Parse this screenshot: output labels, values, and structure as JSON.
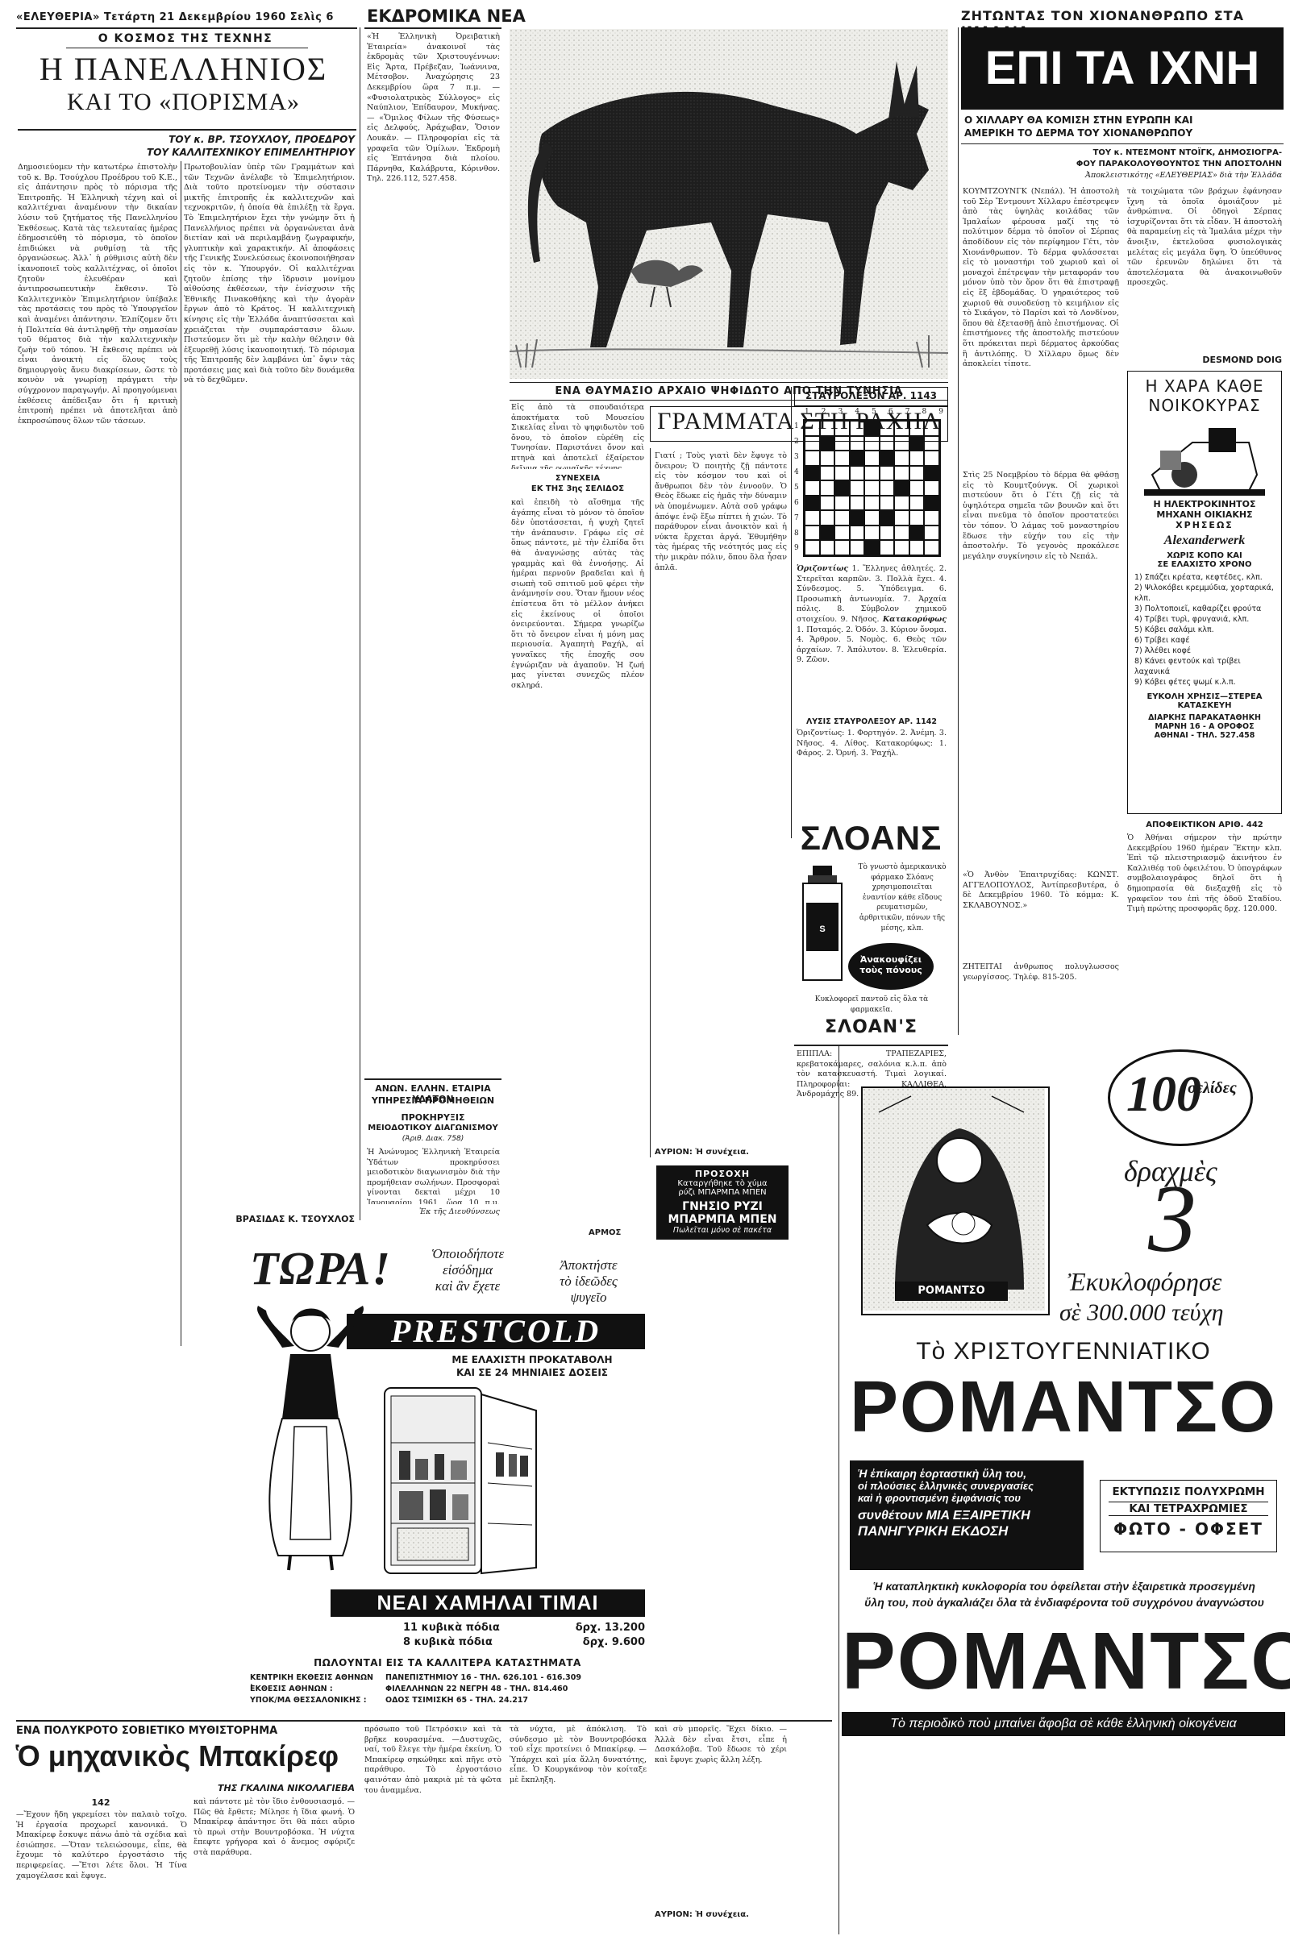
{
  "masthead": {
    "left": "«ΕΛΕΥΘΕΡΙΑ» Τετάρτη 21 Δεκεμβρίου 1960 Σελὶς 6",
    "section_center": "ΕΚΔΡΟΜΙΚΑ ΝΕΑ",
    "right_strip": "ΖΗΤΩΝΤΑΣ ΤΟΝ ΧΙΟΝΑΝΘΡΩΠΟ ΣΤΑ ΙΜΑΛΑΙΑ"
  },
  "art1": {
    "kicker": "Ο ΚΟΣΜΟΣ ΤΗΣ ΤΕΧΝΗΣ",
    "title_line1": "Η ΠΑΝΕΛΛΗΝΙΟΣ",
    "title_line2": "ΚΑΙ ΤΟ «ΠΟΡΙΣΜΑ»",
    "byline1": "ΤΟΥ κ. ΒΡ. ΤΣΟΥΧΛΟΥ, ΠΡΟΕΔΡΟΥ",
    "byline2": "ΤΟΥ ΚΑΛΛΙΤΕΧΝΙΚΟΥ ΕΠΙΜΕΛΗΤΗΡΙΟΥ",
    "signature": "ΒΡΑΣΙΔΑΣ Κ. ΤΣΟΥΧΛΟΣ",
    "body": "Δημοσιεύομεν τὴν κατωτέρω ἐπιστολὴν τοῦ κ. Βρ. Τσούχλου Προέδρου τοῦ Κ.Ε., εἰς ἀπάντησιν πρὸς τὸ πόρισμα τῆς Ἐπιτροπῆς. Ἡ Ἑλληνικὴ τέχνη καὶ οἱ καλλιτέχναι ἀναμένουν τὴν δικαίαν λύσιν τοῦ ζητήματος τῆς Πανελληνίου Ἐκθέσεως. Κατὰ τὰς τελευταίας ἡμέρας ἐδημοσιεύθη τὸ πόρισμα, τὸ ὁποῖον ἐπιδιώκει νὰ ρυθμίσῃ τὰ τῆς ὀργανώσεως. Ἀλλ᾽ ἡ ρύθμισις αὐτὴ δὲν ἱκανοποιεῖ τοὺς καλλιτέχνας, οἱ ὁποῖοι ζητοῦν ἐλευθέραν καὶ ἀντιπροσωπευτικὴν ἔκθεσιν. Τὸ Καλλιτεχνικὸν Ἐπιμελητήριον ὑπέβαλε τὰς προτάσεις του πρὸς τὸ Ὑπουργεῖον καὶ ἀναμένει ἀπάντησιν. Ἐλπίζομεν ὅτι ἡ Πολιτεία θὰ ἀντιληφθῇ τὴν σημασίαν τοῦ θέματος διὰ τὴν καλλιτεχνικὴν ζωὴν τοῦ τόπου. Ἡ ἔκθεσις πρέπει νὰ εἶναι ἀνοικτὴ εἰς ὅλους τοὺς δημιουργοὺς ἄνευ διακρίσεων, ὥστε τὸ κοινὸν νὰ γνωρίσῃ πράγματι τὴν σύγχρονον παραγωγήν. Αἱ προηγούμεναι ἐκθέσεις ἀπέδειξαν ὅτι ἡ κριτικὴ ἐπιτροπὴ πρέπει νὰ ἀποτελῆται ἀπὸ ἐκπροσώπους ὅλων τῶν τάσεων."
  },
  "col2": {
    "body": "Πρωτοβουλίαν ὑπὲρ τῶν Γραμμάτων καὶ τῶν Τεχνῶν ἀνέλαβε τὸ Ἐπιμελητήριον. Διὰ τοῦτο προτείνομεν τὴν σύστασιν μικτῆς ἐπιτροπῆς ἐκ καλλιτεχνῶν καὶ τεχνοκριτῶν, ἡ ὁποία θὰ ἐπιλέξῃ τὰ ἔργα. Τὸ Ἐπιμελητήριον ἔχει τὴν γνώμην ὅτι ἡ Πανελλήνιος πρέπει νὰ ὀργανώνεται ἀνὰ διετίαν καὶ νὰ περιλαμβάνῃ ζωγραφικήν, γλυπτικὴν καὶ χαρακτικήν. Αἱ ἀποφάσεις τῆς Γενικῆς Συνελεύσεως ἐκοινοποιήθησαν εἰς τὸν κ. Ὑπουργόν. Οἱ καλλιτέχναι ζητοῦν ἐπίσης τὴν ἵδρυσιν μονίμου αἰθούσης ἐκθέσεων, τὴν ἐνίσχυσιν τῆς Ἐθνικῆς Πινακοθήκης καὶ τὴν ἀγορὰν ἔργων ἀπὸ τὸ Κράτος. Ἡ καλλιτεχνικὴ κίνησις εἰς τὴν Ἑλλάδα ἀναπτύσσεται καὶ χρειάζεται τὴν συμπαράστασιν ὅλων. Πιστεύομεν ὅτι μὲ τὴν καλὴν θέλησιν θὰ ἐξευρεθῇ λύσις ἱκανοποιητική. Τὸ πόρισμα τῆς Ἐπιτροπῆς δὲν λαμβάνει ὑπ᾽ ὄψιν τὰς προτάσεις μας καὶ διὰ τοῦτο δὲν δυνάμεθα νὰ τὸ δεχθῶμεν."
  },
  "excursions": {
    "body": "«Ἡ Ἑλληνικὴ Ὀρειβατικὴ Ἑταιρεία» ἀνακοινοῖ τὰς ἐκδρομὰς τῶν Χριστουγέννων: Εἰς Ἄρτα, Πρέβεζαν, Ἰωάννινα, Μέτσοβον. Ἀναχώρησις 23 Δεκεμβρίου ὥρα 7 π.μ. — «Φυσιολατρικὸς Σύλλογος» εἰς Ναύπλιον, Ἐπίδαυρον, Μυκήνας. — «Ὅμιλος Φίλων τῆς Φύσεως» εἰς Δελφούς, Ἀράχωβαν, Ὅσιον Λουκᾶν. — Πληροφορίαι εἰς τὰ γραφεῖα τῶν Ὁμίλων. Ἐκδρομὴ εἰς Ἑπτάνησα διὰ πλοίου. Πάρνηθα, Καλάβρυτα, Κόρινθον. Τηλ. 226.112, 527.458."
  },
  "donkey_caption": "ΕΝΑ ΘΑΥΜΑΣΙΟ ΑΡΧΑΙΟ ΨΗΦΙΔΩΤΟ ΑΠΟ ΤΗΝ ΤΥΝΗΣΙΑ",
  "donkey_text": "Εἰς ἀπὸ τὰ σπουδαιότερα ἀποκτήματα τοῦ Μουσείου Σικελίας εἶναι τὸ ψηφιδωτὸν τοῦ ὄνου, τὸ ὁποῖον εὑρέθη εἰς Τυνησίαν. Παριστάνει ὄνον καὶ πτηνὰ καὶ ἀποτελεῖ ἐξαίρετον δεῖγμα τῆς ρωμαϊκῆς τέχνης.",
  "water": {
    "title1": "ΑΝΩΝ. ΕΛΛΗΝ. ΕΤΑΙΡΙΑ ΥΔΑΤΩΝ",
    "title2": "ΥΠΗΡΕΣΙΑ ΠΡΟΜΗΘΕΙΩΝ",
    "title3": "ΠΡΟΚΗΡΥΞΙΣ",
    "title4": "ΜΕΙΟΔΟΤΙΚΟΥ ΔΙΑΓΩΝΙΣΜΟΥ",
    "title5": "(Ἀριθ. Διακ. 758)",
    "body": "Ἡ Ἀνώνυμος Ἑλληνικὴ Ἑταιρεία Ὑδάτων προκηρύσσει μειοδοτικὸν διαγωνισμὸν διὰ τὴν προμήθειαν σωλήνων. Προσφοραὶ γίνονται δεκταὶ μέχρι 10 Ἰανουαρίου 1961, ὥρα 10 π.μ. Πληροφορίαι εἰς τὰ γραφεῖα τῆς Ἑταιρείας.",
    "signoff": "Ἐκ τῆς Διευθύνσεως"
  },
  "letters": {
    "title": "ΓΡΑΜΜΑΤΑ ΣΤΗ ΡΑΧΗΛ",
    "sub1": "ΣΥΝΕΧΕΙΑ",
    "sub2": "ΕΚ ΤΗΣ 3ης ΣΕΛΙΔΟΣ",
    "body": "καὶ ἐπειδὴ τὸ αἴσθημα τῆς ἀγάπης εἶναι τὸ μόνον τὸ ὁποῖον δὲν ὑποτάσσεται, ἡ ψυχὴ ζητεῖ τὴν ἀνάπαυσιν. Γράφω εἰς σὲ ὅπως πάντοτε, μὲ τὴν ἐλπίδα ὅτι θὰ ἀναγνώσῃς αὐτὰς τὰς γραμμὰς καὶ θὰ ἐννοήσῃς. Αἱ ἡμέραι περνοῦν βραδεῖαι καὶ ἡ σιωπὴ τοῦ σπιτιοῦ μοῦ φέρει τὴν ἀνάμνησίν σου. Ὅταν ἤμουν νέος ἐπίστευα ὅτι τὸ μέλλον ἀνήκει εἰς ἐκείνους οἱ ὁποῖοι ὀνειρεύονται. Σήμερα γνωρίζω ὅτι τὸ ὄνειρον εἶναι ἡ μόνη μας περιουσία. Ἀγαπητὴ Ραχήλ, αἱ γυναῖκες τῆς ἐποχῆς σου ἐγνώριζαν νὰ ἀγαποῦν. Ἡ ζωή μας γίνεται συνεχῶς πλέον σκληρά.",
    "body2": "Γιατί ; Τοὺς γιατὶ δὲν ἔφυγε τὸ ὄνειρον; Ὁ ποιητὴς ζῇ πάντοτε εἰς τὸν κόσμον του καὶ οἱ ἄνθρωποι δὲν τὸν ἐννοοῦν. Ὁ Θεὸς ἔδωκε εἰς ἡμᾶς τὴν δύναμιν νὰ ὑπομένωμεν. Αὐτὰ σοῦ γράφω ἀπόψε ἐνῷ ἔξω πίπτει ἡ χιών. Τὸ παράθυρον εἶναι ἀνοικτὸν καὶ ἡ νύκτα ἔρχεται ἀργά. Ἐθυμήθην τὰς ἡμέρας τῆς νεότητός μας εἰς τὴν μικρὰν πόλιν, ὅπου ὅλα ἦσαν ἁπλᾶ.",
    "signoff": "ΑΥΡΙΟΝ: Ἡ συνέχεια."
  },
  "crossword": {
    "title": "ΣΤΑΥΡΟΛΕΞΟΝ ΑΡ. 1143",
    "top_numbers": [
      "1",
      "2",
      "3",
      "4",
      "5",
      "6",
      "7",
      "8",
      "9"
    ],
    "side_numbers": [
      "1",
      "2",
      "3",
      "4",
      "5",
      "6",
      "7",
      "8",
      "9"
    ],
    "across_title": "Ὁριζοντίως",
    "across": "1. Ἔλληνες ἀθλητές. 2. Στερεῖται καρπῶν. 3. Πολλὰ ἔχει. 4. Σύνδεσμος. 5. Ὑπόδειγμα. 6. Προσωπικὴ ἀντωνυμία. 7. Ἀρχαία πόλις. 8. Σύμβολον χημικοῦ στοιχείου. 9. Νῆσος.",
    "down_title": "Κατακορύφως",
    "down": "1. Ποταμός. 2. Ὀδόν. 3. Κύριον ὄνομα. 4. Ἄρθρον. 5. Νομὸς. 6. Θεὸς τῶν ἀρχαίων. 7. Ἀπόλυτον. 8. Ἐλευθερία. 9. Ζῶον.",
    "solution_title": "ΛΥΣΙΣ ΣΤΑΥΡΟΛΕΞΟΥ ΑΡ. 1142",
    "solution": "Ὁριζοντίως: 1. Φορτηγόν. 2. Ἀνέμη. 3. Νῆσος. 4. Λίθος. Κατακορύφως: 1. Φάρος. 2. Ὀρνή. 3. Ῥαχήλ."
  },
  "himalaya": {
    "headline": "ΕΠΙ ΤΑ ΙΧΝΗ ΤΟΥ ΓΕΤΙ",
    "deck1": "Ο ΧΙΛΛΑΡΥ ΘΑ ΚΟΜΙΣΗ ΣΤΗΝ ΕΥΡΩΠΗ ΚΑΙ",
    "deck2": "ΑΜΕΡΙΚΗ ΤΟ ΔΕΡΜΑ ΤΟΥ ΧΙΟΝΑΝΘΡΩΠΟΥ",
    "byline1": "ΤΟΥ κ. ΝΤΕΣΜΟΝΤ ΝΤΟΪΓΚ, ΔΗΜΟΣΙΟΓΡΑ-",
    "byline2": "ΦΟΥ ΠΑΡΑΚΟΛΟΥΘΟΥΝΤΟΣ ΤΗΝ ΑΠΟΣΤΟΛΗΝ",
    "byline3": "Ἀποκλειστικότης «ΕΛΕΥΘΕΡΙΑΣ» διὰ τὴν Ἑλλάδα",
    "body": "ΚΟΥΜΤΖΟΥΝΓΚ (Νεπάλ). Ἡ ἀποστολὴ τοῦ Σὲρ Ἔντμουντ Χίλλαρυ ἐπέστρεψεν ἀπὸ τὰς ὑψηλὰς κοιλάδας τῶν Ἱμαλαΐων φέρουσα μαζί της τὸ πολύτιμον δέρμα τὸ ὁποῖον οἱ Σέρπας ἀποδίδουν εἰς τὸν περίφημον Γέτι, τὸν Χιονάνθρωπον. Τὸ δέρμα φυλάσσεται εἰς τὸ μοναστήρι τοῦ χωριοῦ καὶ οἱ μοναχοὶ ἐπέτρεψαν τὴν μεταφοράν του μόνον ὑπὸ τὸν ὅρον ὅτι θὰ ἐπιστραφῇ εἰς ἓξ ἑβδομάδας. Ὁ γηραιότερος τοῦ χωριοῦ θὰ συνοδεύσῃ τὸ κειμήλιον εἰς τὸ Σικάγον, τὸ Παρίσι καὶ τὸ Λονδίνον, ὅπου θὰ ἐξετασθῇ ἀπὸ ἐπιστήμονας. Οἱ ἐπιστήμονες τῆς ἀποστολῆς πιστεύουν ὅτι πρόκειται περὶ δέρματος ἀρκούδας ἢ ἀντιλόπης. Ὁ Χίλλαρυ ὅμως δὲν ἀποκλείει τίποτε.",
    "body2": "τὰ τοιχώματα τῶν βράχων ἐφάνησαν ἴχνη τὰ ὁποῖα ὁμοιάζουν μὲ ἀνθρώπινα. Οἱ ὁδηγοὶ Σέρπας ἰσχυρίζονται ὅτι τὰ εἶδαν. Ἡ ἀποστολὴ θὰ παραμείνῃ εἰς τὰ Ἱμαλάια μέχρι τὴν ἄνοιξιν, ἐκτελοῦσα φυσιολογικὰς μελέτας εἰς μεγάλα ὕψη. Ὁ ὑπεύθυνος τῶν ἐρευνῶν δηλώνει ὅτι τὰ ἀποτελέσματα θὰ ἀνακοινωθοῦν προσεχῶς.",
    "author": "DESMOND DOIG",
    "body3": "Στὶς 25 Νοεμβρίου τὸ δέρμα θὰ φθάσῃ εἰς τὸ Κουμτζούνγκ. Οἱ χωρικοὶ πιστεύουν ὅτι ὁ Γέτι ζῇ εἰς τὰ ὑψηλότερα σημεῖα τῶν βουνῶν καὶ ὅτι εἶναι πνεῦμα τὸ ὁποῖον προστατεύει τὸν τόπον. Ὁ λάμας τοῦ μοναστηρίου ἔδωσε τὴν εὐχήν του εἰς τὴν ἀποστολήν. Τὸ γεγονὸς προκάλεσε μεγάλην συγκίνησιν εἰς τὸ Νεπάλ.",
    "appeal": "«Ὁ Ἀνθὸν Ἐπαιτρυχίδας: ΚΩΝΣΤ. ΑΓΓΕΛΟΠΟΥΛΟΣ, Ἀντίπρεσβυτέρα, ὁ δὲ Δεκεμβρίου 1960. Τὸ κόμμα: Κ. ΣΚΛΑΒΟΥΝΟΣ.»",
    "wanted": "ΖΗΤΕΙΤΑΙ ἀνθρωπος πολυγλωσσος γεωργίσσος. Τηλέφ. 815-205."
  },
  "vacuum_ad": {
    "title1": "Η ΧΑΡΑ ΚΑΘΕ",
    "title2": "ΝΟΙΚΟΚΥΡΑΣ",
    "sub1": "Η ΗΛΕΚΤΡΟΚΙΝΗΤΟΣ",
    "sub2": "ΜΗΧΑΝΗ ΟΙΚΙΑΚΗΣ",
    "sub3": "ΧΡΗΣΕΩΣ",
    "brand": "Alexanderwerk",
    "tagline1": "ΧΩΡΙΣ ΚΟΠΟ ΚΑΙ",
    "tagline2": "ΣΕ ΕΛΑΧΙΣΤΟ ΧΡΟΝΟ",
    "features": [
      "1) Σπάζει κρέατα, κεφτέδες, κλπ.",
      "2) Ψιλοκόβει κρεμμύδια, χορταρικά, κλπ.",
      "3) Πολτοποιεῖ, καθαρίζει φρούτα",
      "4) Τρίβει τυρὶ, φρυγανιά, κλπ.",
      "5) Κόβει σαλάμι κλπ.",
      "6) Τρίβει καφέ",
      "7) Ἀλέθει κοφέ",
      "8) Κάνει φεντούκ καὶ τρίβει λαχανικά",
      "9) Κόβει φέτες ψωμί κ.λ.π."
    ],
    "easy": "ΕΥΚΟΛΗ ΧΡΗΣΙΣ—ΣΤΕΡΕΑ ΚΑΤΑΣΚΕΥΗ",
    "dealer1": "ΔΙΑΡΚΗΣ ΠΑΡΑΚΑΤΑΘΗΚΗ",
    "dealer2": "ΜΑΡΝΗ 16 - Α ΟΡΟΦΟΣ",
    "dealer3": "ΑΘΗΝΑΙ - ΤΗΛ. 527.458"
  },
  "auction": {
    "title": "ΑΠΟΦΕΙΚΤΙΚΟΝ ΑΡΙΘ. 442",
    "body": "Ὁ Ἀθήναι σήμερον τὴν πρώτην Δεκεμβρίου 1960 ἡμέραν Ἕκτην κλπ. Ἐπὶ τῷ πλειστηριασμῷ ἀκινήτου ἐν Καλλιθέᾳ τοῦ ὀφειλέτου. Ὁ ὑπογράφων συμβολαιογράφος δηλοῖ ὅτι ἡ δημοπρασία θὰ διεξαχθῇ εἰς τὸ γραφεῖον του ἐπὶ τῆς ὁδοῦ Σταδίου. Τιμὴ πρώτης προσφορᾶς δρχ. 120.000."
  },
  "sloans": {
    "title": "ΣΛΟΑΝΣ",
    "body1": "Τὸ γνωστὸ ἀμερικανικὸ φάρμακο Σλόανς χρησιμοποιεῖται ἐναντίον κάθε εἴδους ρευματισμῶν, ἀρθριτικῶν, πόνων τῆς μέσης, κλπ.",
    "bubble1": "Ἀνακουφίζει",
    "bubble2": "τοὺς πόνους",
    "footer1": "Κυκλοφορεῖ παντοῦ εἰς ὅλα τὰ φαρμακεῖα.",
    "brand": "ΣΛΟΑΝ'Σ",
    "furniture": "ΕΠΙΠΛΑ: ΤΡΑΠΕΖΑΡΙΕΣ, κρεβατοκάμαρες, σαλόνια κ.λ.π. ἀπὸ τὸν κατασκευαστή. Τιμαὶ λογικαί. Πληροφορίαι: ΚΑΛΛΙΘΕΑ, Ἀνδρομάχης 89."
  },
  "rice_ad": {
    "l1": "ΠΡΟΣΟΧΗ",
    "l2": "Καταργήθηκε τὸ χύμα",
    "l3": "ρύζι ΜΠΑΡΜΠΑ ΜΠΕΝ",
    "l4": "ΓΝΗΣΙΟ ΡΥΖΙ",
    "l5": "ΜΠΑΡΜΠΑ ΜΠΕΝ",
    "l6": "Πωλεῖται μόνο σὲ πακέτα"
  },
  "prestcold": {
    "tora": "ΤΩΡΑ!",
    "pitch1": "Ὁποιοδήποτε",
    "pitch2": "εἰσόδημα",
    "pitch3": "καὶ ἂν ἔχετε",
    "pitch_r1": "Ἀποκτήστε",
    "pitch_r2": "τὸ ἰδεῶδες",
    "pitch_r3": "ψυγεῖο",
    "brand_small": "ΑΡΜΟΣ",
    "brand": "PRESTCOLD",
    "terms1": "ΜΕ ΕΛΑΧΙΣΤΗ ΠΡΟΚΑΤΑΒΟΛΗ",
    "terms2": "ΚΑΙ ΣΕ 24 ΜΗΝΙΑΙΕΣ ΔΟΣΕΙΣ",
    "price_banner": "ΝΕΑΙ ΧΑΜΗΛΑΙ ΤΙΜΑΙ",
    "price1_label": "11 κυβικὰ πόδια",
    "price1_value": "δρχ. 13.200",
    "price2_label": "8 κυβικὰ πόδια",
    "price2_value": "δρχ. 9.600",
    "sold": "ΠΩΛΟΥΝΤΑΙ ΕΙΣ ΤΑ ΚΑΛΛΙΤΕΡΑ ΚΑΤΑΣΤΗΜΑΤΑ",
    "addr1_label": "ΚΕΝΤΡΙΚΗ ΕΚΘΕΣΙΣ ΑΘΗΝΩΝ :",
    "addr1": "ΠΑΝΕΠΙΣΤΗΜΙΟΥ 16 - ΤΗΛ. 626.101 - 616.309",
    "addr2_label": "ΕΚΘΕΣΙΣ ΑΘΗΝΩΝ :",
    "addr2": "ΦΙΛΕΛΛΗΝΩΝ 22 ΝΕΓΡΗ 48 - ΤΗΛ. 814.460",
    "addr3_label": "ΥΠΟΚ/ΜΑ ΘΕΣΣΑΛΟΝΙΚΗΣ :",
    "addr3": "ΟΔΟΣ ΤΣΙΜΙΣΚΗ 65 - ΤΗΛ. 24.217"
  },
  "novel": {
    "kicker": "ΕΝΑ ΠΟΛΥΚΡΟΤΟ ΣΟΒΙΕΤΙΚΟ ΜΥΘΙΣΤΟΡΗΜΑ",
    "title": "Ὁ μηχανικὸς Μπακίρεφ",
    "author": "ΤΗΣ ΓΚΑΛΙΝΑ ΝΙΚΟΛΑΓΙΕΒΑ",
    "num": "142",
    "body": "—Ἔχουν ἤδη γκρεμίσει τὸν παλαιὸ τοῖχο. Ἡ ἐργασία προχωρεῖ κανονικά. Ὁ Μπακίρεφ ἔσκυψε πάνω ἀπὸ τὰ σχέδια καὶ ἐσιώπησε. —Ὅταν τελειώσουμε, εἶπε, θὰ ἔχουμε τὸ καλύτερο ἐργοστάσιο τῆς περιφερείας. —Ἔτσι λέτε ὅλοι. Ἡ Τίνα χαμογέλασε καὶ ἔφυγε.",
    "body2": "καὶ πάντοτε μὲ τὸν ἴδιο ἐνθουσιασμό. —Πῶς θὰ ἔρθετε; Μίλησε ἡ ἴδια φωνή. Ὁ Μπακίρεφ ἀπάντησε ὅτι θὰ πάει αὔριο τὸ πρωὶ στὴν Βουντροβόσκα. Ἡ νύχτα ἔπεφτε γρήγορα καὶ ὁ ἄνεμος σφύριζε στὰ παράθυρα.",
    "body3": "πρόσωπο τοῦ Πετρόσκιν καὶ τὰ βρῆκε κουρασμένα. —Δυστυχῶς, ναί, τοῦ ἔλεγε τὴν ἡμέρα ἐκείνη. Ὁ Μπακίρεφ σηκώθηκε καὶ πῆγε στὸ παράθυρο. Τὸ ἐργοστάσιο φαινόταν ἀπὸ μακριὰ μὲ τὰ φῶτα του ἀναμμένα.",
    "body4": "τὰ νύχτα, μὲ ἀπόκλιση. Τὸ σύνδεσμο μὲ τὸν Βουντροβόσκα τοῦ εἶχε προτείνει ὁ Μπακίρεφ. —Ὑπάρχει καὶ μία ἄλλη δυνατότης, εἶπε. Ὁ Κουργκάνοφ τὸν κοίταξε μὲ ἔκπληξη.",
    "body5": "καὶ σὺ μπορεῖς. Ἔχει δίκιο. —Ἀλλὰ δὲν εἶναι ἔτσι, εἶπε ἡ Δασκάλοβα. Τοῦ ἔδωσε τὸ χέρι καὶ ἔφυγε χωρὶς ἄλλη λέξη.",
    "signoff": "ΑΥΡΙΟΝ: Ἡ συνέχεια."
  },
  "romantso": {
    "badge_num": "100",
    "badge_word": "σελίδες",
    "price_word": "δραχμὲς",
    "price_num": "3",
    "circ1": "Ἐκυκλοφόρησε",
    "circ2": "σὲ 300.000 τεύχη",
    "title_small": "Τὸ ΧΡΙΣΤΟΥΓΕΝΝΙΑΤΙΚΟ",
    "title": "ΡΟΜΑΝΤΣΟ",
    "blurb1": "Ἡ ἐπίκαιρη ἑορταστικὴ ὕλη του,",
    "blurb2": "οἱ πλούσιες ἑλληνικὲς συνεργασίες",
    "blurb3": "καὶ ἡ φροντισμένη ἐμφάνισίς του",
    "blurb4": "συνθέτουν ΜΙΑ ΕΞΑΙΡΕΤΙΚΗ",
    "blurb5": "ΠΑΝΗΓΥΡΙΚΗ ΕΚΔΟΣΗ",
    "print1": "ΕΚΤΥΠΩΣΙΣ ΠΟΛΥΧΡΩΜΗ",
    "print2": "ΚΑΙ ΤΕΤΡΑΧΡΩΜΙΕΣ",
    "print3": "ΦΩΤΟ - ΟΦΣΕΤ",
    "tagline1": "Ἡ καταπληκτικὴ κυκλοφορία του ὀφείλεται στὴν ἐξαιρετικὰ προσεγμένη",
    "tagline2": "ὕλη του, ποὺ ἀγκαλιάζει ὅλα τὰ ἐνδιαφέροντα τοῦ συγχρόνου ἀναγνώστου",
    "bottom_title": "ΡΟΜΑΝΤΣΟ",
    "bottom_bar": "Τὸ περιοδικὸ ποὺ μπαίνει ἄφοβα σὲ κάθε ἑλληνικὴ οἰκογένεια",
    "cover_label": "ΡΟΜΑΝΤΣΟ"
  }
}
